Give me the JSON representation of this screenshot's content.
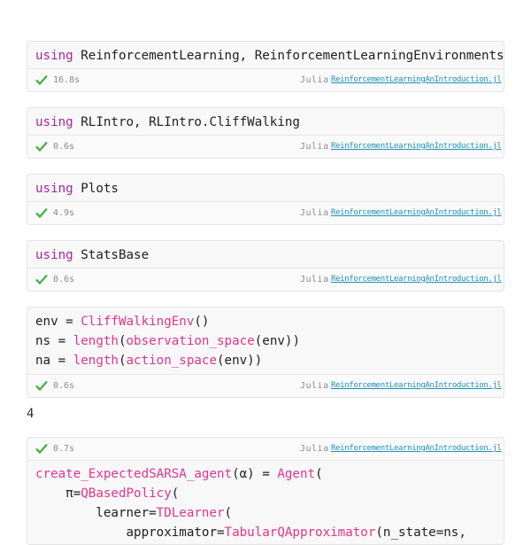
{
  "cells": [
    {
      "code": {
        "kw": "using",
        "rest": " ReinforcementLearning, ReinforcementLearningEnvironments"
      },
      "time": "16.8s",
      "lang": "Julia",
      "notebook": "ReinforcementLearningAnIntroduction.jl"
    },
    {
      "code": {
        "kw": "using",
        "rest": " RLIntro, RLIntro.CliffWalking"
      },
      "time": "0.6s",
      "lang": "Julia",
      "notebook": "ReinforcementLearningAnIntroduction.jl"
    },
    {
      "code": {
        "kw": "using",
        "rest": " Plots"
      },
      "time": "4.9s",
      "lang": "Julia",
      "notebook": "ReinforcementLearningAnIntroduction.jl"
    },
    {
      "code": {
        "kw": "using",
        "rest": " StatsBase"
      },
      "time": "0.6s",
      "lang": "Julia",
      "notebook": "ReinforcementLearningAnIntroduction.jl"
    },
    {
      "code_lines": [
        {
          "a": "env = ",
          "f": "CliffWalkingEnv",
          "b": "()"
        },
        {
          "a": "ns = ",
          "f": "length",
          "b": "(",
          "f2": "observation_space",
          "c": "(env))"
        },
        {
          "a": "na = ",
          "f": "length",
          "b": "(",
          "f2": "action_space",
          "c": "(env))"
        }
      ],
      "time": "0.6s",
      "lang": "Julia",
      "notebook": "ReinforcementLearningAnIntroduction.jl",
      "output": "4"
    },
    {
      "time": "0.7s",
      "lang": "Julia",
      "notebook": "ReinforcementLearningAnIntroduction.jl",
      "code_lines": [
        {
          "f": "create_ExpectedSARSA_agent",
          "a": "(α) = ",
          "f2": "Agent",
          "b": "("
        },
        {
          "a": "    π=",
          "f": "QBasedPolicy",
          "b": "("
        },
        {
          "a": "        learner=",
          "f": "TDLearner",
          "b": "("
        },
        {
          "a": "            approximator=",
          "f": "TabularQApproximator",
          "b": "(n_state=ns,"
        }
      ]
    }
  ],
  "colors": {
    "keyword": "#a626a4",
    "function": "#e0358f",
    "link": "#1e90b8",
    "check": "#4caf50"
  }
}
